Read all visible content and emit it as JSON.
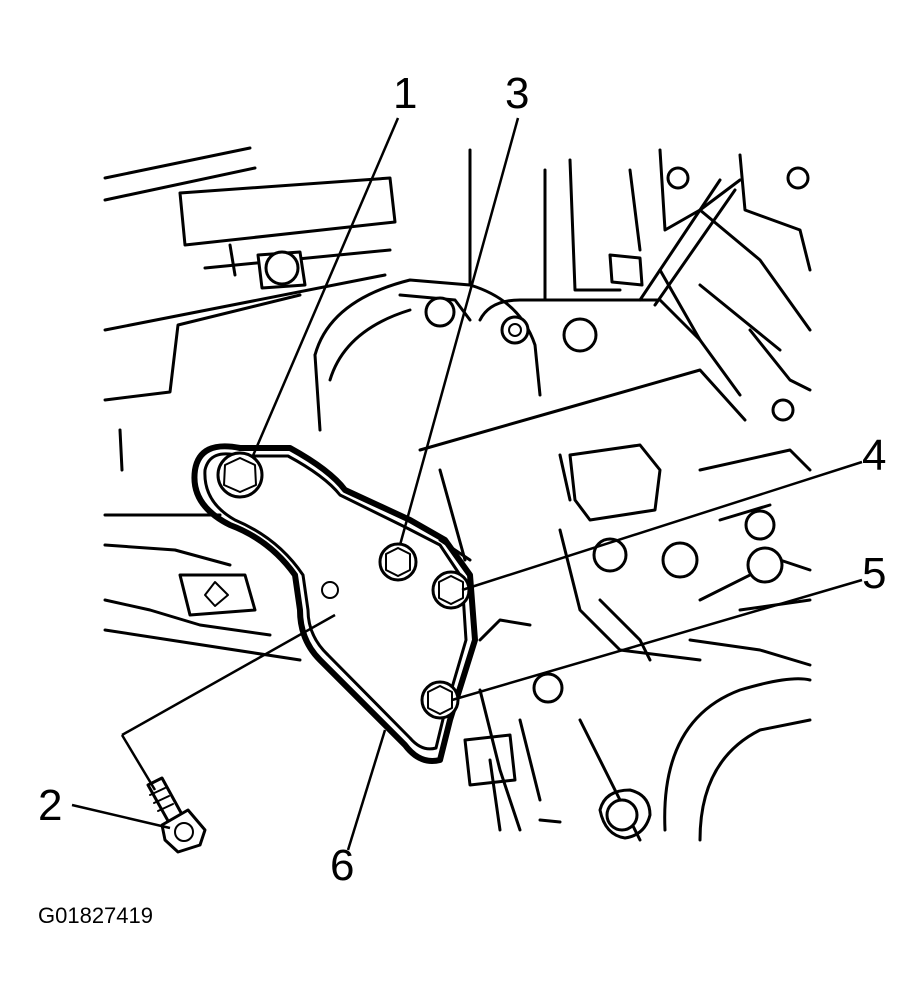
{
  "callouts": {
    "c1": "1",
    "c2": "2",
    "c3": "3",
    "c4": "4",
    "c5": "5",
    "c6": "6"
  },
  "figure_id": "G01827419"
}
